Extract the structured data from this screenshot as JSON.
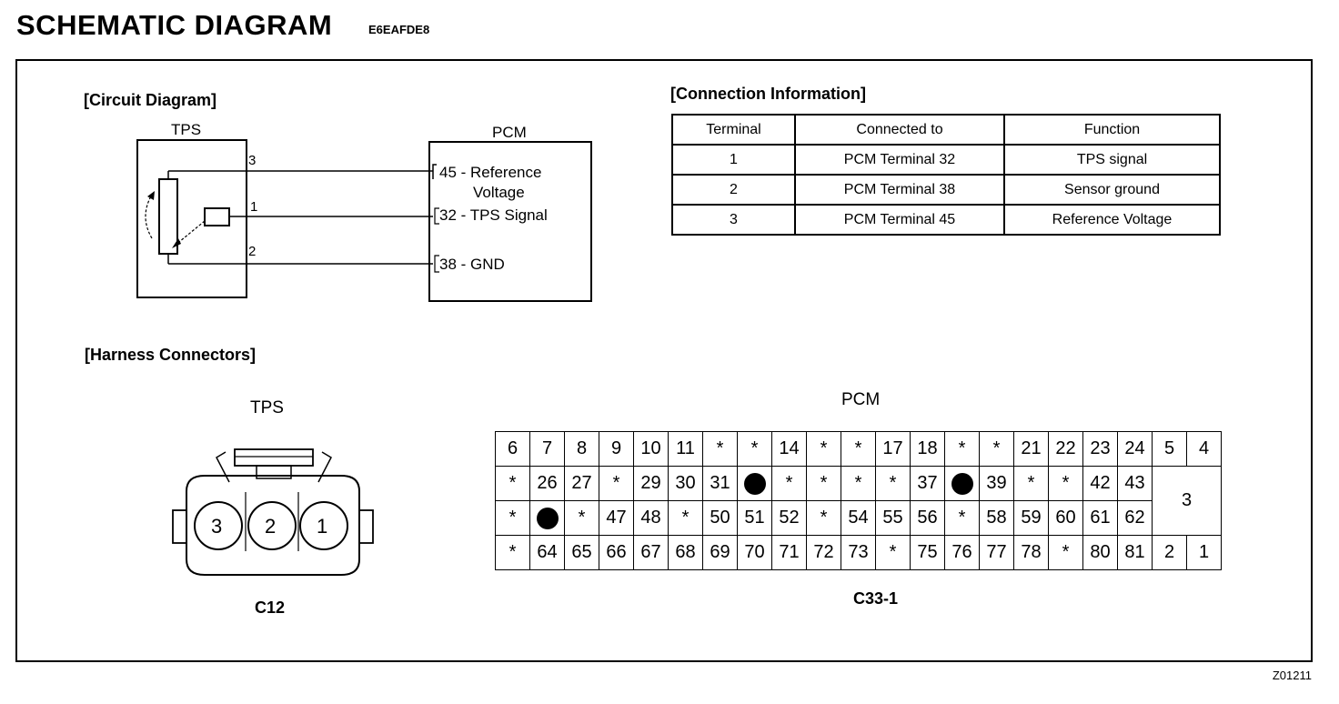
{
  "header": {
    "title": "SCHEMATIC DIAGRAM",
    "code": "E6EAFDE8"
  },
  "circuit": {
    "section_label": "[Circuit Diagram]",
    "tps_label": "TPS",
    "pcm_label": "PCM",
    "wires": [
      {
        "tps_pin": "3",
        "pcm_text": "45 - Reference",
        "pcm_text2": "Voltage"
      },
      {
        "tps_pin": "1",
        "pcm_text": "32 - TPS Signal"
      },
      {
        "tps_pin": "2",
        "pcm_text": "38 - GND"
      }
    ]
  },
  "connection": {
    "section_label": "[Connection Information]",
    "headers": [
      "Terminal",
      "Connected to",
      "Function"
    ],
    "rows": [
      [
        "1",
        "PCM Terminal 32",
        "TPS signal"
      ],
      [
        "2",
        "PCM Terminal 38",
        "Sensor ground"
      ],
      [
        "3",
        "PCM Terminal 45",
        "Reference Voltage"
      ]
    ]
  },
  "harness": {
    "section_label": "[Harness Connectors]",
    "tps": {
      "label": "TPS",
      "connector_id": "C12",
      "pins": [
        "3",
        "2",
        "1"
      ]
    },
    "pcm": {
      "label": "PCM",
      "connector_id": "C33-1",
      "grid": [
        [
          "6",
          "7",
          "8",
          "9",
          "10",
          "11",
          "*",
          "*",
          "14",
          "*",
          "*",
          "17",
          "18",
          "*",
          "*",
          "21",
          "22",
          "23",
          "24",
          "5",
          "4"
        ],
        [
          "*",
          "26",
          "27",
          "*",
          "29",
          "30",
          "31",
          "●",
          "*",
          "*",
          "*",
          "*",
          "37",
          "●",
          "39",
          "*",
          "*",
          "42",
          "43",
          "3"
        ],
        [
          "*",
          "●",
          "*",
          "47",
          "48",
          "*",
          "50",
          "51",
          "52",
          "*",
          "54",
          "55",
          "56",
          "*",
          "58",
          "59",
          "60",
          "61",
          "62"
        ],
        [
          "*",
          "64",
          "65",
          "66",
          "67",
          "68",
          "69",
          "70",
          "71",
          "72",
          "73",
          "*",
          "75",
          "76",
          "77",
          "78",
          "*",
          "80",
          "81",
          "2",
          "1"
        ]
      ]
    }
  },
  "footer": {
    "figure_id": "Z01211"
  }
}
